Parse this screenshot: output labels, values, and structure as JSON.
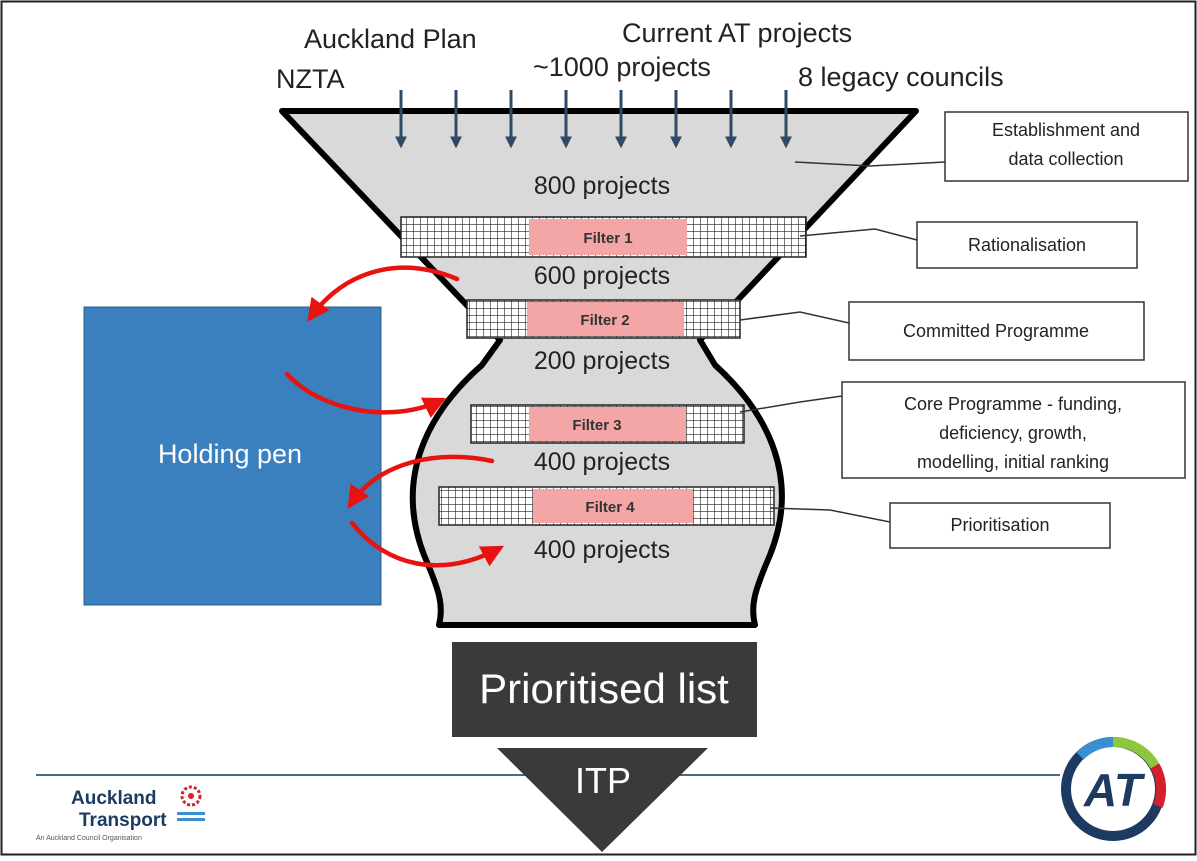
{
  "sources": [
    "Auckland Plan",
    "NZTA",
    "Current AT projects",
    "~1000 projects",
    "8 legacy councils"
  ],
  "stages": {
    "s800": "800 projects",
    "s600": "600 projects",
    "s200": "200 projects",
    "s400a": "400 projects",
    "s400b": "400 projects"
  },
  "filters": [
    "Filter 1",
    "Filter 2",
    "Filter 3",
    "Filter 4"
  ],
  "callouts": {
    "establishment": [
      "Establishment and",
      "data collection"
    ],
    "rationalisation": [
      "Rationalisation"
    ],
    "committed": [
      "Committed  Programme"
    ],
    "core": [
      "Core Programme - funding,",
      "deficiency, growth,",
      "modelling, initial ranking"
    ],
    "prioritisation": [
      "Prioritisation"
    ]
  },
  "holding_pen": "Holding pen",
  "prioritised_list": "Prioritised list",
  "itp": "ITP",
  "logo": {
    "brand_line1": "Auckland",
    "brand_line2": "Transport",
    "tagline": "An Auckland Council Organisation",
    "at_mark": "AT"
  },
  "colors": {
    "funnel_fill": "#d9d9d9",
    "filter_red": "#f4a6a6",
    "holding_pen": "#3a7fbe",
    "dark_box": "#3a3a3a",
    "arrow_red": "#e8120f",
    "arrow_blue": "#2e4a66"
  }
}
